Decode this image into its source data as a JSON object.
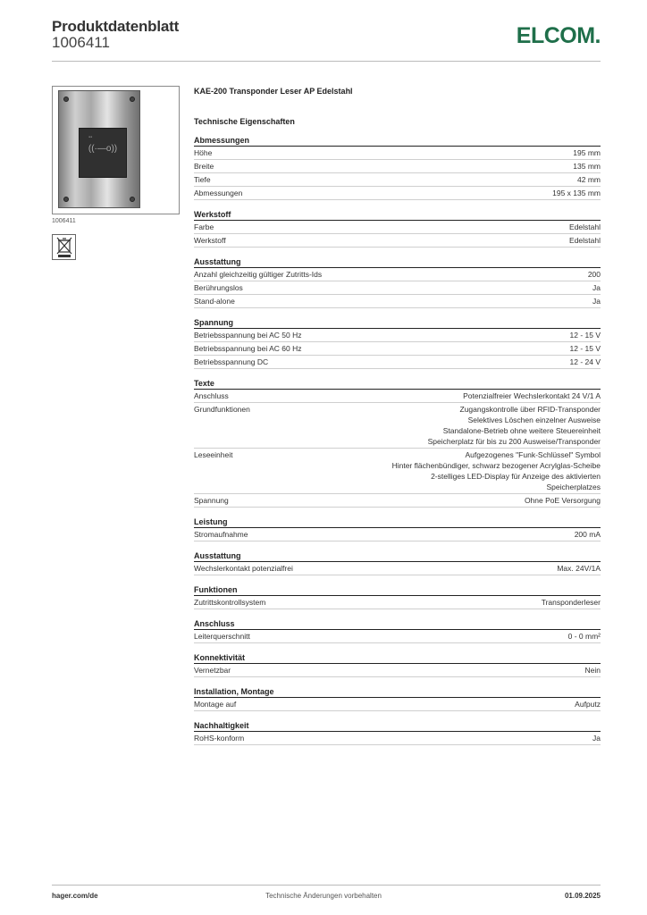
{
  "header": {
    "title": "Produktdatenblatt",
    "number": "1006411",
    "brand": "ELCOM."
  },
  "image": {
    "caption": "1006411",
    "rfid_symbol": "((·—o))"
  },
  "product_name": "KAE-200 Transponder Leser AP Edelstahl",
  "tech_heading": "Technische Eigenschaften",
  "sections": [
    {
      "title": "Abmessungen",
      "rows": [
        {
          "label": "Höhe",
          "value": [
            "195 mm"
          ]
        },
        {
          "label": "Breite",
          "value": [
            "135 mm"
          ]
        },
        {
          "label": "Tiefe",
          "value": [
            "42 mm"
          ]
        },
        {
          "label": "Abmessungen",
          "value": [
            "195 x 135 mm"
          ]
        }
      ]
    },
    {
      "title": "Werkstoff",
      "rows": [
        {
          "label": "Farbe",
          "value": [
            "Edelstahl"
          ]
        },
        {
          "label": "Werkstoff",
          "value": [
            "Edelstahl"
          ]
        }
      ]
    },
    {
      "title": "Ausstattung",
      "rows": [
        {
          "label": "Anzahl gleichzeitig gültiger Zutritts-Ids",
          "value": [
            "200"
          ]
        },
        {
          "label": "Berührungslos",
          "value": [
            "Ja"
          ]
        },
        {
          "label": "Stand-alone",
          "value": [
            "Ja"
          ]
        }
      ]
    },
    {
      "title": "Spannung",
      "rows": [
        {
          "label": "Betriebsspannung bei AC 50 Hz",
          "value": [
            "12 - 15 V"
          ]
        },
        {
          "label": "Betriebsspannung bei AC 60 Hz",
          "value": [
            "12 - 15 V"
          ]
        },
        {
          "label": "Betriebsspannung DC",
          "value": [
            "12 - 24 V"
          ]
        }
      ]
    },
    {
      "title": "Texte",
      "rows": [
        {
          "label": "Anschluss",
          "value": [
            "Potenzialfreier Wechslerkontakt 24 V/1 A"
          ]
        },
        {
          "label": "Grundfunktionen",
          "value": [
            "Zugangskontrolle über RFID-Transponder",
            "Selektives Löschen einzelner Ausweise",
            "Standalone-Betrieb ohne weitere Steuereinheit",
            "Speicherplatz für bis zu 200 Ausweise/Transponder"
          ]
        },
        {
          "label": "Leseeinheit",
          "value": [
            "Aufgezogenes \"Funk-Schlüssel\" Symbol",
            "Hinter flächenbündiger, schwarz bezogener Acrylglas-Scheibe",
            "2-stelliges LED-Display für Anzeige des aktivierten",
            "Speicherplatzes"
          ]
        },
        {
          "label": "Spannung",
          "value": [
            "Ohne PoE Versorgung"
          ]
        }
      ]
    },
    {
      "title": "Leistung",
      "rows": [
        {
          "label": "Stromaufnahme",
          "value": [
            "200 mA"
          ]
        }
      ]
    },
    {
      "title": "Ausstattung",
      "rows": [
        {
          "label": "Wechslerkontakt potenzialfrei",
          "value": [
            "Max. 24V/1A"
          ]
        }
      ]
    },
    {
      "title": "Funktionen",
      "rows": [
        {
          "label": "Zutrittskontrollsystem",
          "value": [
            "Transponderleser"
          ]
        }
      ]
    },
    {
      "title": "Anschluss",
      "rows": [
        {
          "label": "Leiterquerschnitt",
          "value": [
            "0 - 0 mm²"
          ]
        }
      ]
    },
    {
      "title": "Konnektivität",
      "rows": [
        {
          "label": "Vernetzbar",
          "value": [
            "Nein"
          ]
        }
      ]
    },
    {
      "title": "Installation, Montage",
      "rows": [
        {
          "label": "Montage auf",
          "value": [
            "Aufputz"
          ]
        }
      ]
    },
    {
      "title": "Nachhaltigkeit",
      "rows": [
        {
          "label": "RoHS-konform",
          "value": [
            "Ja"
          ]
        }
      ]
    }
  ],
  "footer": {
    "left": "hager.com/de",
    "center": "Technische Änderungen vorbehalten",
    "right": "01.09.2025"
  },
  "colors": {
    "brand": "#1f6f4a",
    "text": "#222222",
    "rule": "#bbbbbb"
  }
}
